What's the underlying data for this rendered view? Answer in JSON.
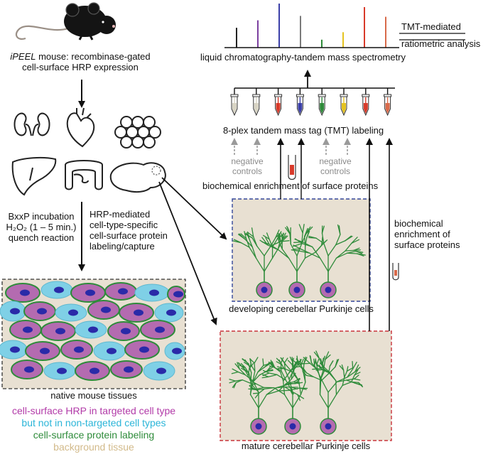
{
  "mouse": {
    "name_italic": "iPEEL",
    "line1_rest": " mouse: recombinase-gated",
    "line2": "cell-surface HRP expression"
  },
  "ms": {
    "title": "liquid chromatography-tandem mass spectrometry",
    "tmt_line1": "TMT-mediated",
    "tmt_line2": "ratiometric analysis",
    "peaks": [
      {
        "color": "#222222",
        "height": 0.45
      },
      {
        "color": "#7b3fa0",
        "height": 0.62
      },
      {
        "color": "#3b3fa8",
        "height": 1.0
      },
      {
        "color": "#7a7a7a",
        "height": 0.72
      },
      {
        "color": "#2e8b3a",
        "height": 0.18
      },
      {
        "color": "#e5c31f",
        "height": 0.35
      },
      {
        "color": "#d83a2a",
        "height": 0.92
      },
      {
        "color": "#d86a4a",
        "height": 0.7
      }
    ]
  },
  "tmt_label": "8-plex tandem mass tag (TMT) labeling",
  "tube_colors": [
    "#d8d4c4",
    "#d8d4c4",
    "#d83a2a",
    "#3b3fa8",
    "#2e8b3a",
    "#e5c31f",
    "#d83a2a",
    "#d86a4a"
  ],
  "negative_controls": "negative controls",
  "biochem_left": "biochemical enrichment of surface proteins",
  "biochem_right": "biochemical enrichment of surface proteins",
  "protocol": {
    "line1": "BxxP incubation",
    "line2": "H₂O₂ (1 – 5 min.)",
    "line3": "quench reaction"
  },
  "hrp_text": {
    "line1": "HRP-mediated",
    "line2": "cell-type-specific",
    "line3": "cell-surface protein",
    "line4": "labeling/capture"
  },
  "tissue_caption": "native mouse tissues",
  "dev_caption": "developing cerebellar Purkinje cells",
  "mature_caption": "mature cerebellar Purkinje cells",
  "legend": [
    {
      "text": "cell-surface HRP in targeted cell type",
      "color": "#b23aa8"
    },
    {
      "text": "but not in non-targeted cell types",
      "color": "#2bb5d8"
    },
    {
      "text": "cell-surface protein labeling",
      "color": "#2e8b3a"
    },
    {
      "text": "background tissue",
      "color": "#d2ba8a"
    }
  ],
  "colors": {
    "tissue_bg": "#e8e0d2",
    "targeted": "#b46bb0",
    "nontargeted": "#7fd0e6",
    "nucleus": "#2a2aa8",
    "label_green": "#2e8b3a",
    "dev_border": "#33479a",
    "mature_border": "#c8333a"
  }
}
